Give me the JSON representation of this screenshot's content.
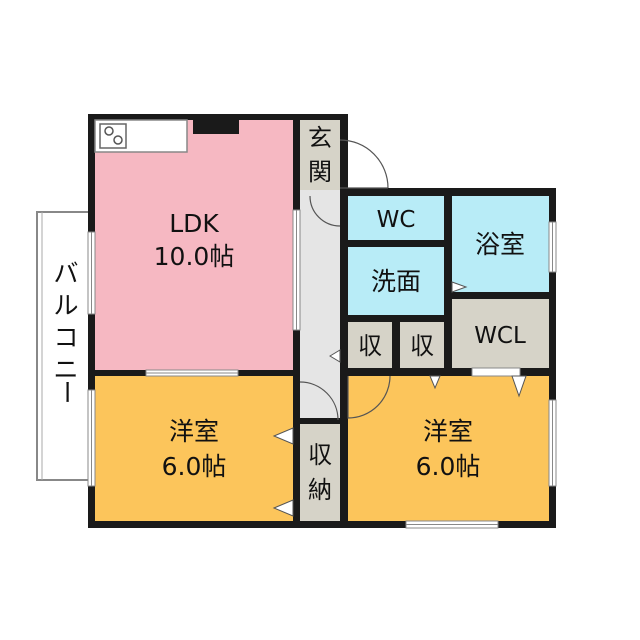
{
  "rooms": {
    "ldk": {
      "name": "LDK",
      "size": "10.0帖"
    },
    "western_left": {
      "name": "洋室",
      "size": "6.0帖"
    },
    "western_right": {
      "name": "洋室",
      "size": "6.0帖"
    },
    "wc": "WC",
    "bath": "浴室",
    "washroom": "洗面",
    "wcl": "WCL",
    "storage_small_1": "収",
    "storage_small_2": "収",
    "entrance": [
      "玄",
      "関"
    ],
    "storage_closet": [
      "収",
      "納"
    ],
    "balcony": [
      "バ",
      "ル",
      "コ",
      "ニ",
      "ー"
    ]
  },
  "colors": {
    "ldk": "#f6b8c2",
    "western": "#fcc55b",
    "wet_area": "#b8ecf7",
    "storage": "#d6d3c8",
    "corridor": "#e5e5e5",
    "wall": "#1a1a1a",
    "balcony": "#ffffff"
  }
}
